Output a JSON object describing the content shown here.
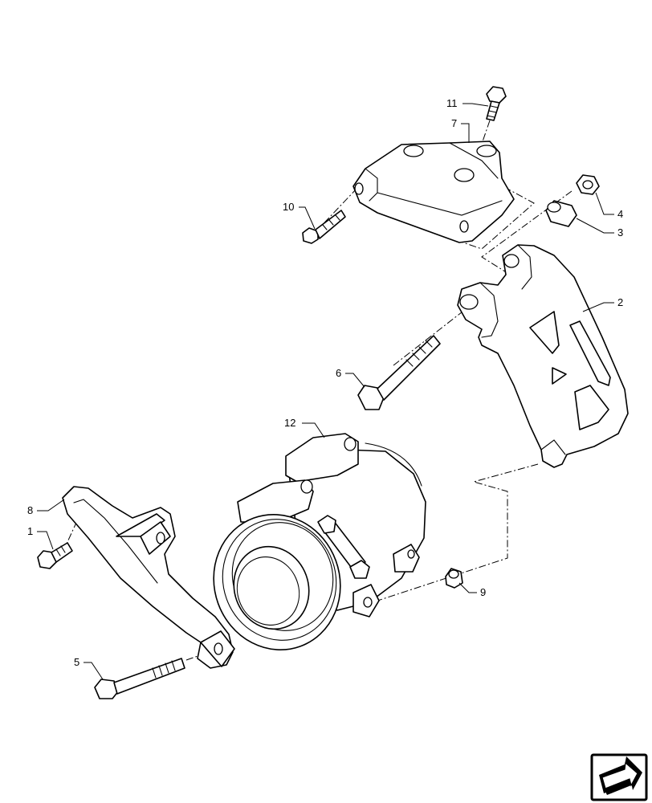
{
  "diagram": {
    "callouts": [
      {
        "id": "1",
        "label": "1"
      },
      {
        "id": "2",
        "label": "2"
      },
      {
        "id": "3",
        "label": "3"
      },
      {
        "id": "4",
        "label": "4"
      },
      {
        "id": "5",
        "label": "5"
      },
      {
        "id": "6",
        "label": "6"
      },
      {
        "id": "7",
        "label": "7"
      },
      {
        "id": "8",
        "label": "8"
      },
      {
        "id": "9",
        "label": "9"
      },
      {
        "id": "10",
        "label": "10"
      },
      {
        "id": "11",
        "label": "11"
      },
      {
        "id": "12",
        "label": "12"
      }
    ]
  },
  "nav": {
    "icon": "forward-arrow-icon"
  }
}
